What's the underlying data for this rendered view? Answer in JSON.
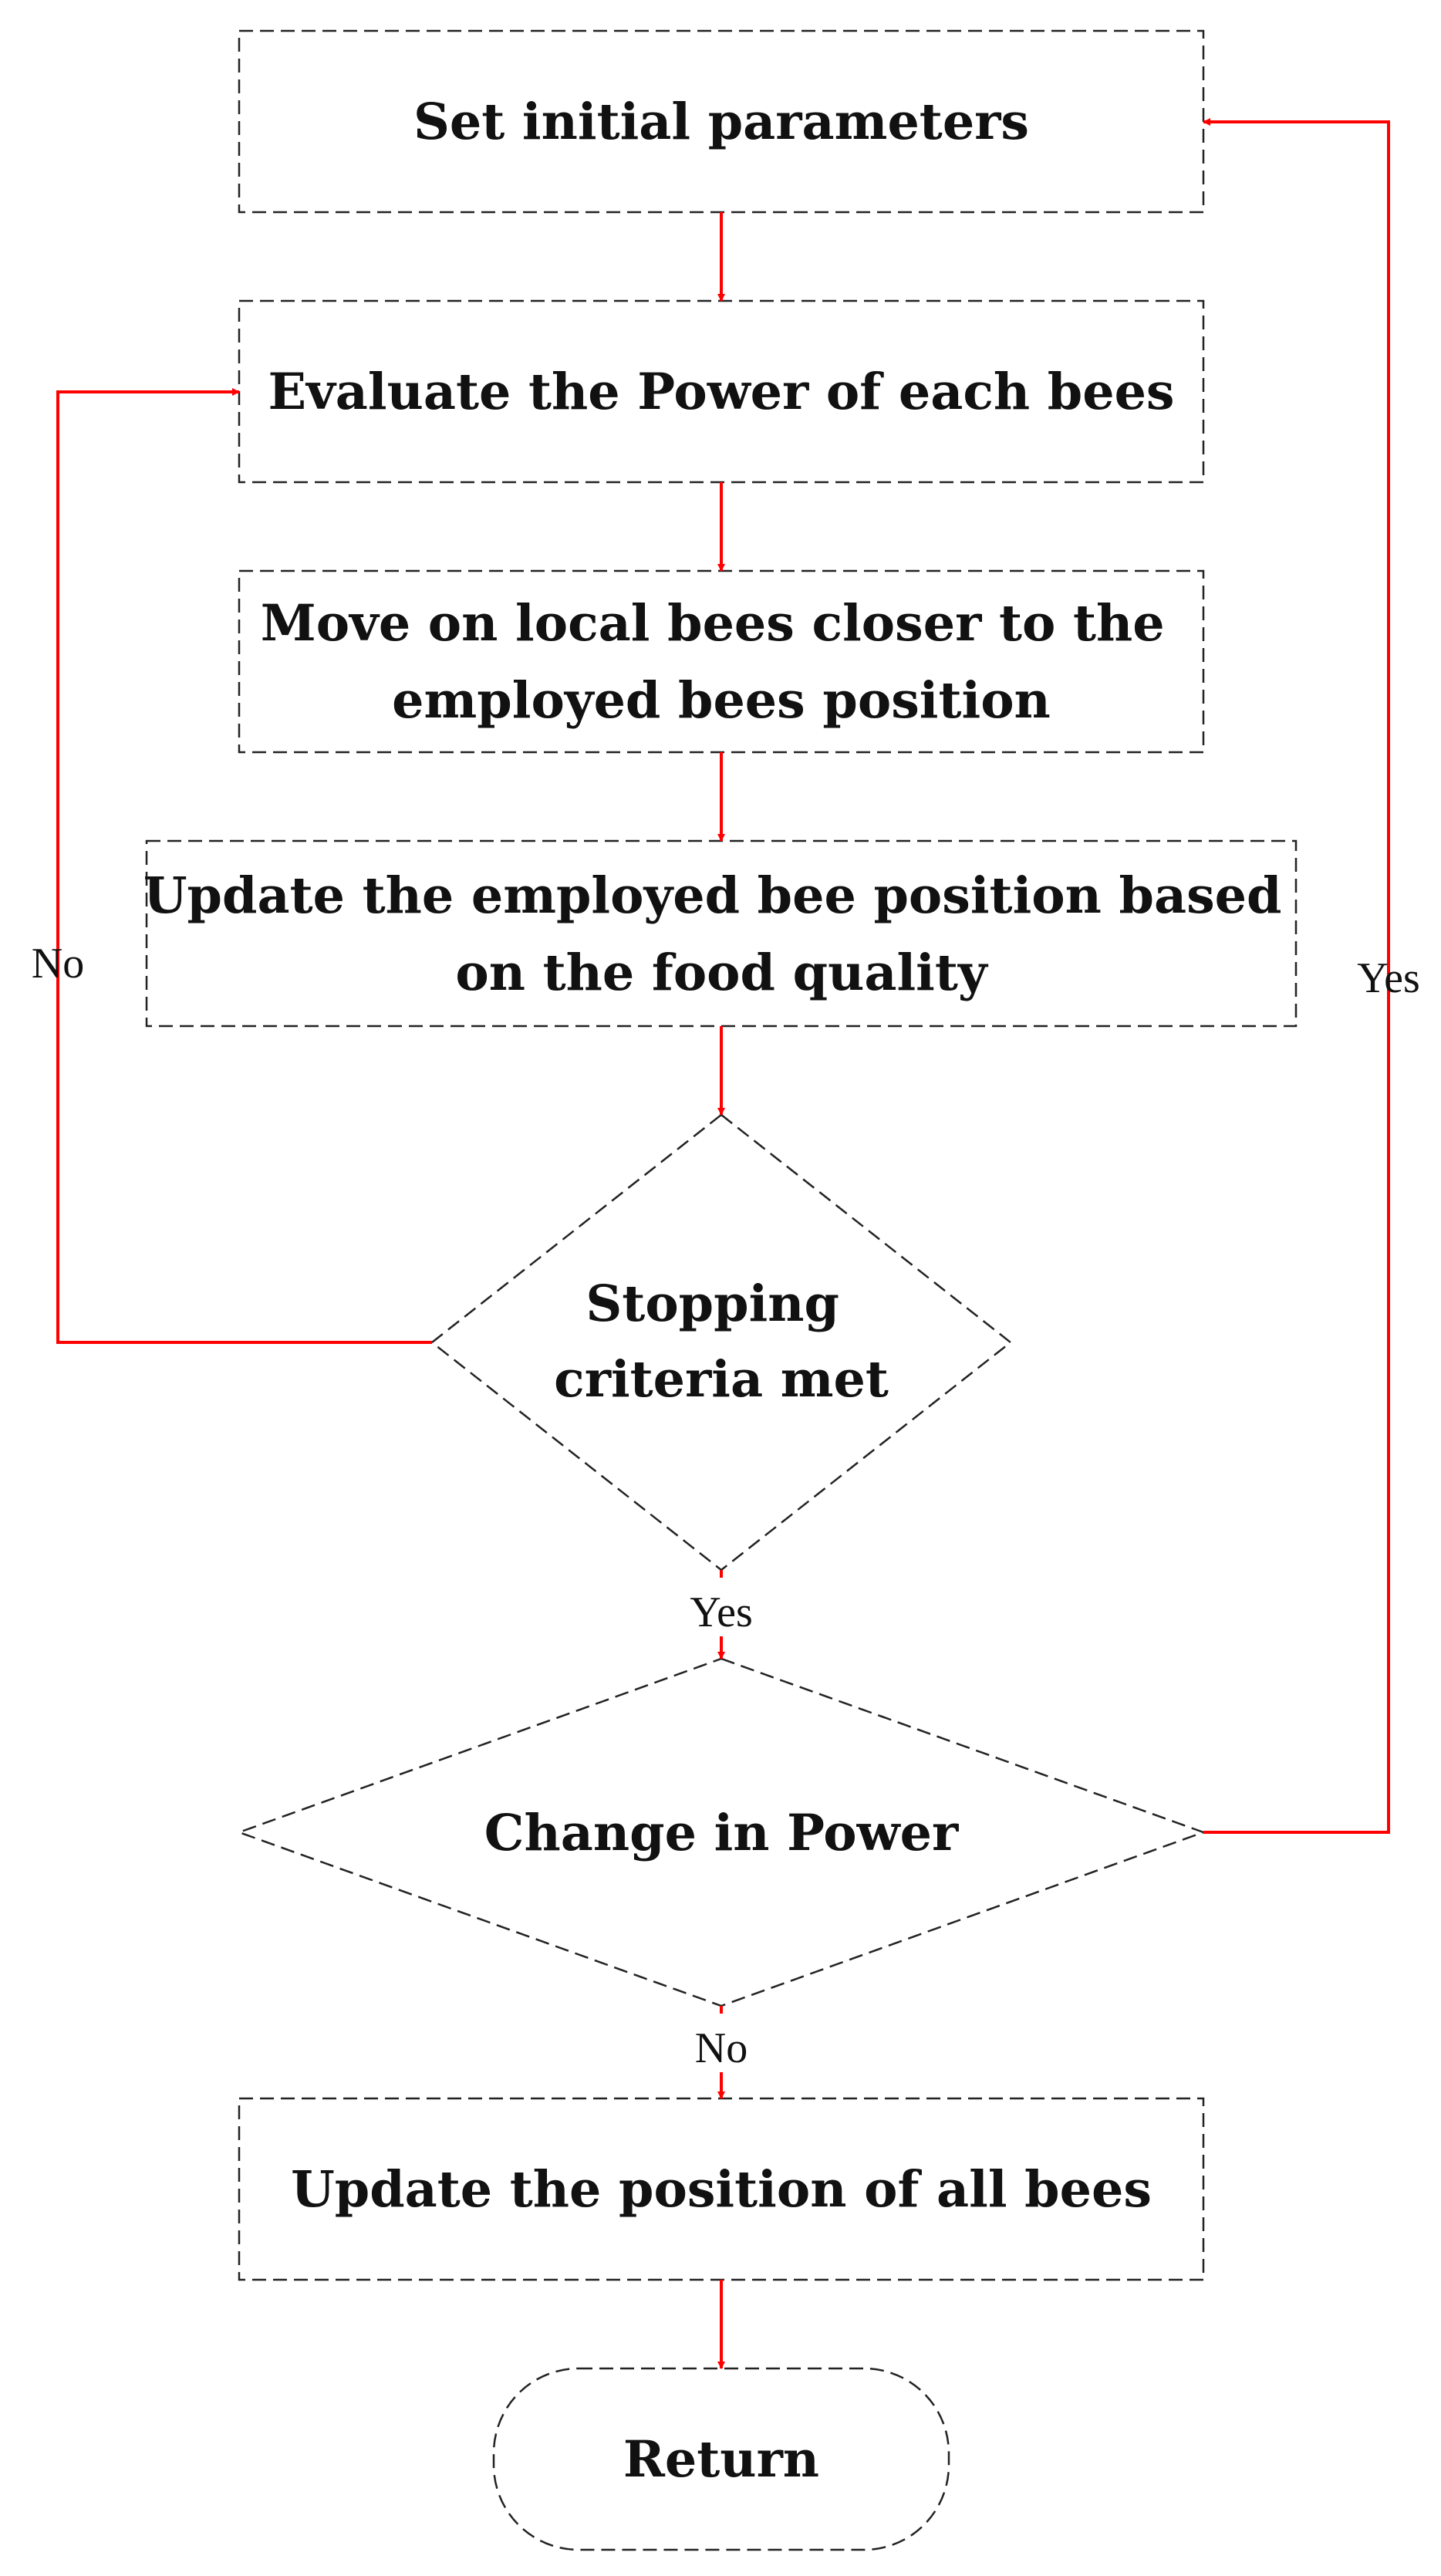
{
  "nodes": {
    "set_initial": {
      "lines": [
        "Set initial parameters"
      ]
    },
    "evaluate_power": {
      "lines": [
        "Evaluate the Power of each bees"
      ]
    },
    "move_local": {
      "lines": [
        "Move on local bees closer to the",
        "employed bees position"
      ]
    },
    "update_employed": {
      "lines": [
        "Update the employed bee position based",
        "on the food quality"
      ]
    },
    "stopping": {
      "lines": [
        "Stopping",
        "criteria met"
      ]
    },
    "change_power": {
      "lines": [
        "Change in Power"
      ]
    },
    "update_all": {
      "lines": [
        "Update the position of all bees"
      ]
    },
    "return": {
      "lines": [
        "Return"
      ]
    }
  },
  "edge_labels": {
    "no_left": "No",
    "yes_right": "Yes",
    "yes_mid": "Yes",
    "no_mid": "No"
  },
  "colors": {
    "arrow": "#ff0000",
    "border": "#222222"
  }
}
